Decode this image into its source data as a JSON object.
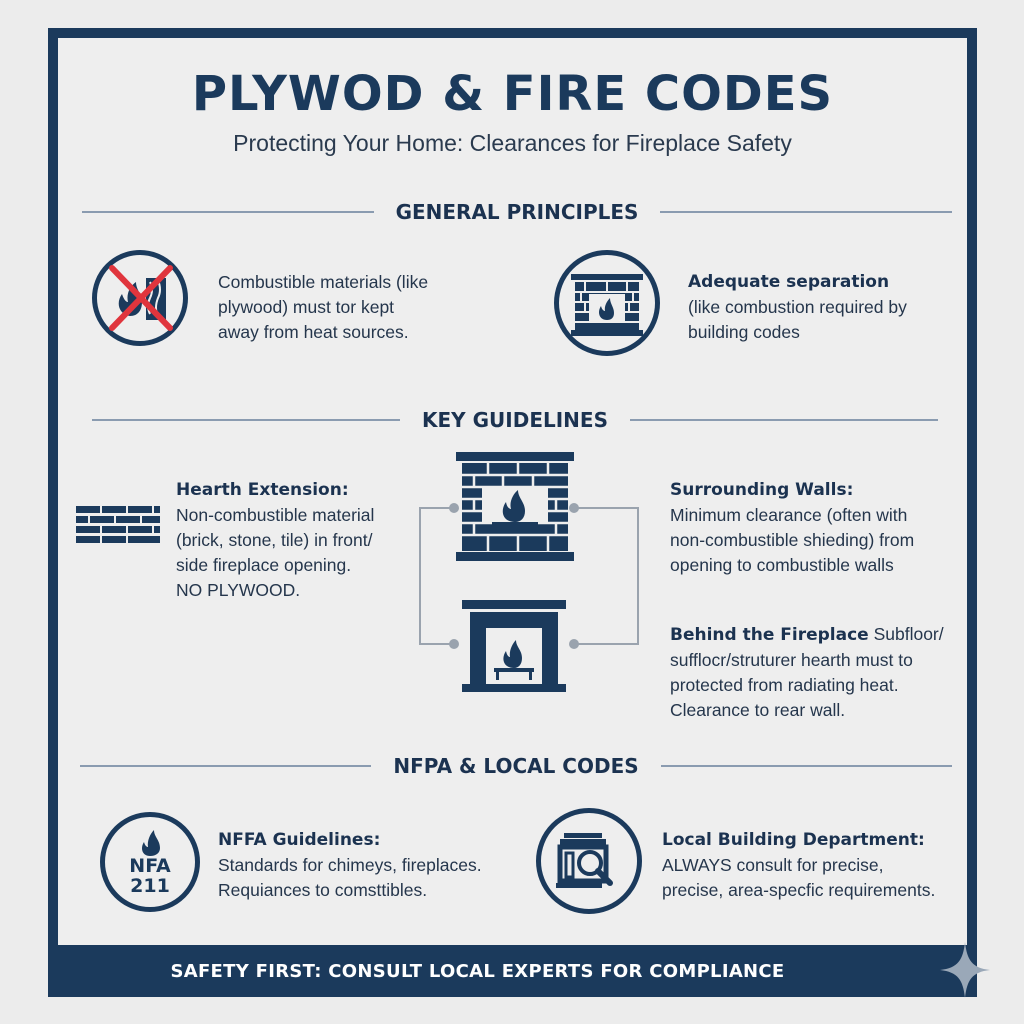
{
  "header": {
    "title": "PLYWOD & FIRE CODES",
    "subtitle": "Protecting Your Home: Clearances for Fireplace Safety"
  },
  "sections": {
    "general": {
      "heading": "GENERAL PRINCIPLES",
      "items": [
        {
          "icon": "no-combustibles-icon",
          "title": "",
          "text_lines": [
            "Combustible materials (like",
            "plywood) must tor kept",
            "away from heat sources."
          ]
        },
        {
          "icon": "brick-fireplace-circle-icon",
          "title": "Adequate separation",
          "text_lines": [
            "(like combustion required by",
            "building codes"
          ]
        }
      ]
    },
    "key": {
      "heading": "KEY GUIDELINES",
      "items": [
        {
          "icon": "brick-row-icon",
          "title": "Hearth Extension:",
          "text_lines": [
            "Non-combustible material",
            "(brick, stone, tile) in front/",
            "side fireplace opening.",
            "NO PLYWOOD."
          ]
        },
        {
          "title": "Surrounding Walls:",
          "text_lines": [
            "Minimum clearance (often with",
            "non-combustible shieding) from",
            "opening to combustible walls"
          ]
        },
        {
          "title": "Behind the Fireplace",
          "title_suffix": " Subfloor/",
          "text_lines": [
            "sufflocr/struturer hearth must to",
            "protected from radiating heat.",
            "Clearance to rear wall."
          ]
        }
      ],
      "center_icons": [
        "brick-fireplace-icon",
        "mantel-fireplace-icon"
      ]
    },
    "codes": {
      "heading": "NFPA & LOCAL CODES",
      "items": [
        {
          "icon": "nfpa-badge-icon",
          "badge_line1": "NFA",
          "badge_line2": "211",
          "title": "NFFA Guidelines:",
          "text_lines": [
            "Standards for chimeys, fireplaces.",
            "Requiances to comsttibles."
          ]
        },
        {
          "icon": "building-search-icon",
          "title": "Local Building Department:",
          "text_lines": [
            "ALWAYS consult for precise,",
            "precise, area-specfic requirements."
          ]
        }
      ]
    }
  },
  "footer": {
    "text": "SAFETY FIRST: CONSULT LOCAL EXPERTS FOR COMPLIANCE"
  },
  "colors": {
    "navy": "#1b3a5c",
    "red": "#e0353d",
    "background": "#eeeeee",
    "rule": "#8a9bb0",
    "connector": "#9aa3ae"
  }
}
